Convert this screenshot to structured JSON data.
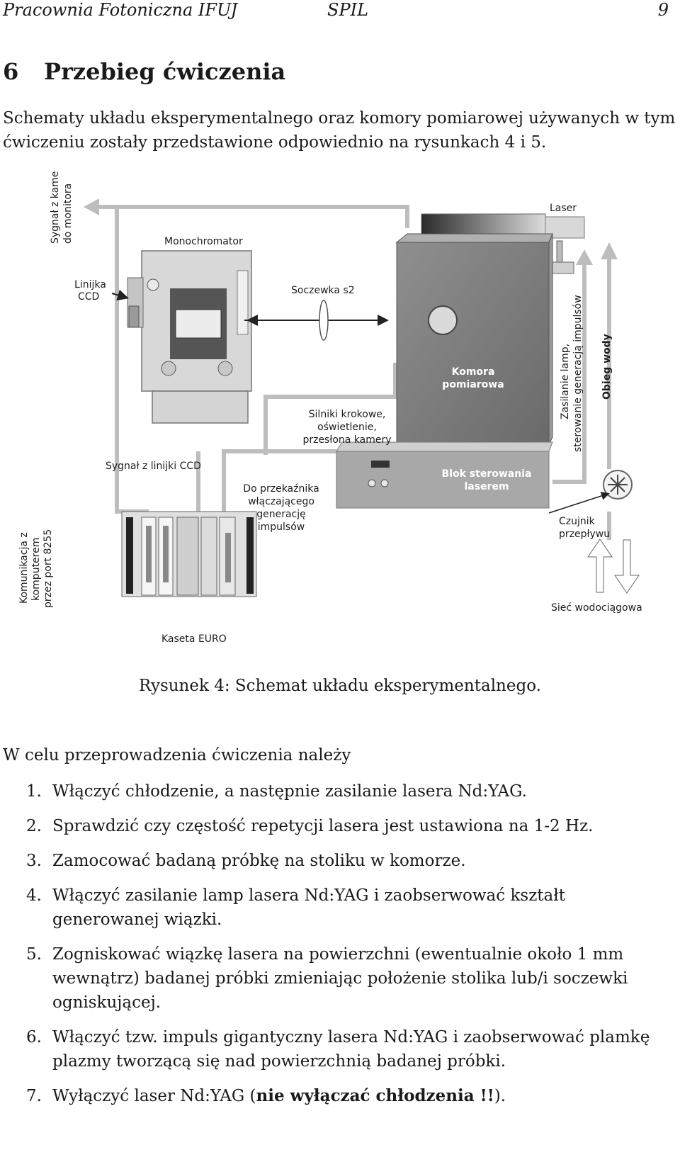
{
  "header": {
    "left": "Pracownia Fotoniczna IFUJ",
    "center": "SPIL",
    "page_number": "9"
  },
  "section": {
    "number": "6",
    "title": "Przebieg ćwiczenia"
  },
  "intro": "Schematy układu eksperymentalnego oraz komory pomiarowej używanych w tym ćwiczeniu zostały przedstawione odpowiednio na rysunkach 4 i 5.",
  "figure": {
    "labels": {
      "camera_signal_l1": "Sygnał z kamery",
      "camera_signal_l2": "do monitora",
      "monochromator": "Monochromator",
      "laser": "Laser",
      "ccd_l1": "Linijka",
      "ccd_l2": "CCD",
      "lens": "Soczewka s2",
      "chamber_l1": "Komora",
      "chamber_l2": "pomiarowa",
      "power_l1": "Zasilanie lamp,",
      "power_l2": "sterowanie generacją impulsów",
      "water": "Obieg wody",
      "motors_l1": "Silniki krokowe,",
      "motors_l2": "oświetlenie,",
      "motors_l3": "przesłona kamery",
      "ccd_signal": "Sygnał z linijki CCD",
      "relay_l1": "Do przekaźnika",
      "relay_l2": "włączającego",
      "relay_l3": "generację",
      "relay_l4": "impulsów",
      "control_l1": "Blok sterowania",
      "control_l2": "laserem",
      "sensor_l1": "Czujnik",
      "sensor_l2": "przepływu",
      "comm_l1": "Komunikacja z",
      "comm_l2": "komputerem",
      "comm_l3": "przez port 8255",
      "mains": "Sieć wodociągowa",
      "euro": "Kaseta EURO"
    },
    "caption": "Rysunek 4: Schemat układu eksperymentalnego."
  },
  "lead": "W celu przeprowadzenia ćwiczenia należy",
  "steps": [
    {
      "marker": "1.",
      "text": "Włączyć chłodzenie, a następnie zasilanie lasera Nd:YAG."
    },
    {
      "marker": "2.",
      "text": "Sprawdzić czy częstość repetycji lasera jest ustawiona na 1-2 Hz."
    },
    {
      "marker": "3.",
      "text": "Zamocować badaną próbkę na stoliku w komorze."
    },
    {
      "marker": "4.",
      "text": "Włączyć zasilanie lamp lasera Nd:YAG i zaobserwować kształt generowanej wiązki."
    },
    {
      "marker": "5.",
      "text": "Zogniskować wiązkę lasera na powierzchni (ewentualnie około 1 mm wewnątrz) badanej próbki zmieniając położenie stolika lub/i soczewki ogniskującej."
    },
    {
      "marker": "6.",
      "text": "Włączyć tzw. impuls gigantyczny lasera Nd:YAG i zaobserwować plamkę plazmy tworzącą się nad powierzchnią badanej próbki."
    },
    {
      "marker": "7.",
      "text_before": "Wyłączyć laser Nd:YAG (",
      "text_bold": "nie wyłączać chłodzenia !!",
      "text_after": ")."
    }
  ]
}
